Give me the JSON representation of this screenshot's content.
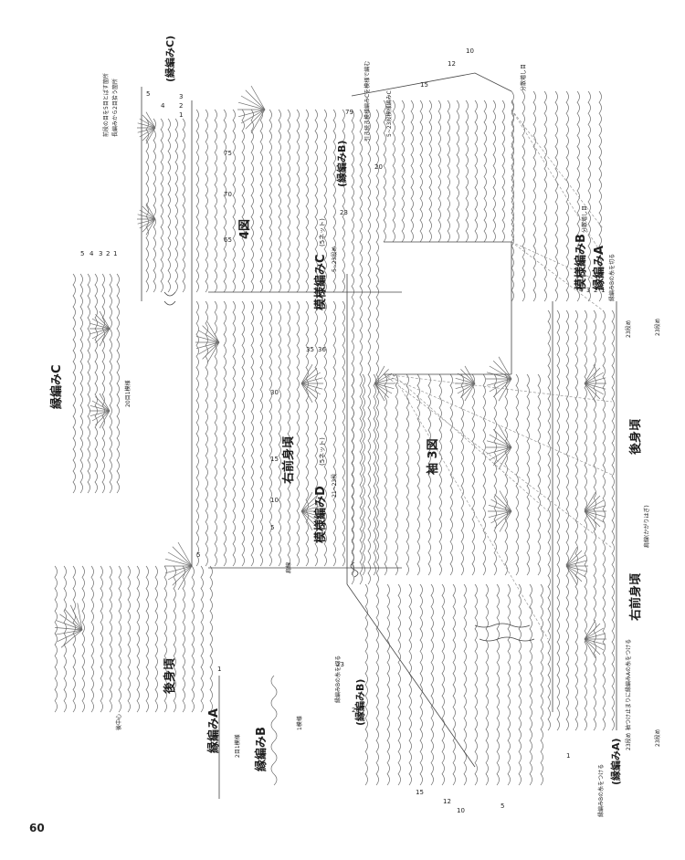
{
  "page_number": "60",
  "labels": {
    "edging_a": "縁編みA",
    "edging_b": "縁編みB",
    "edging_c": "縁編みC",
    "edging_c_top": "(縁編みC)",
    "edging_b_paren": "(縁編みB)",
    "edging_a_paren": "(縁編みA)",
    "back_body": "後身頃",
    "right_front": "右前身頃",
    "right_front_2": "右前身頃",
    "back_body_2": "後身頃",
    "fig4": "4図",
    "fig3": "袖 3図",
    "pattern_c": "模様編みC",
    "pattern_c_note": "(5ネット)",
    "pattern_d": "模様編みD",
    "pattern_d_note": "(5ネット)",
    "pattern_b": "模様編みB",
    "pattern_b_sub": "(縁編みA)",
    "one_repeat": "1模様",
    "two_repeat": "2目1模様",
    "twenty_repeat": "20目1模様",
    "center_back": "後中心",
    "shoulder": "肩線",
    "shoulder_seam": "肩線(かがりはぎ)",
    "side_note": "袖つけ止まりに縁編みAの糸をつける",
    "cut_yarn_b": "縁編みBの糸を切る",
    "attach_yarn_b": "縁編みBの糸をつける",
    "cut_yarn_b2": "縁編みBの糸を切る",
    "note_skip": "前段の目を5目とばす箇所",
    "note_pick": "長編みから2目拾う箇所",
    "note_split": "分散増し目",
    "note_split2": "分散増し目",
    "note_continue": "5~23段模様編みC",
    "note_keep": "引き続き模様編みCを模様で編む",
    "rows_23a": "23段め",
    "rows_23b": "23段め",
    "rows_23c": "23段め",
    "rows_23d": "23段め",
    "rows_23e": "5~23段め",
    "rows_21": "21~23段"
  },
  "numbers": {
    "r1": "1",
    "r2": "2",
    "r3": "3",
    "r4": "4",
    "r5": "5",
    "r10": "10",
    "r12": "12",
    "r15": "15",
    "r20": "20",
    "r23": "23",
    "r30": "30",
    "r35": "35",
    "r36": "36",
    "r65": "65",
    "r70": "70",
    "r75": "75",
    "r79": "79"
  },
  "colors": {
    "ink": "#1e1e1e",
    "stitch": "#6d6d6d",
    "paper": "#ffffff"
  }
}
